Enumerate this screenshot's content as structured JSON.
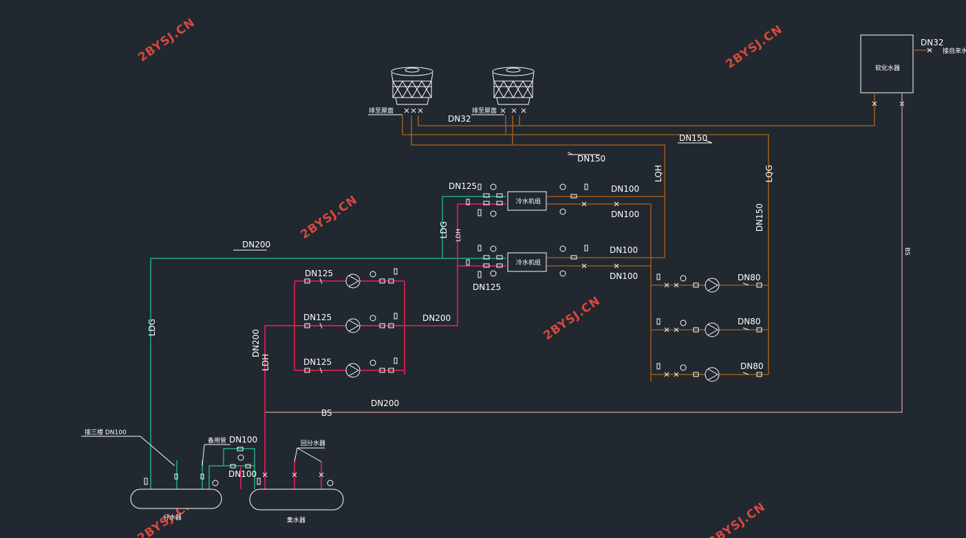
{
  "watermark": "2BYSJ.CN",
  "equipment": {
    "softener": "软化水器",
    "chiller_1": "冷水机组",
    "chiller_2": "冷水机组",
    "distributor": "分水器",
    "collector": "集水器",
    "tower_drain_1": "排至屋面",
    "tower_drain_2": "排至屋面"
  },
  "labels": {
    "softener_pipe": "DN32",
    "softener_inlet": "接自来水",
    "tower_makeup": "DN32",
    "tower_main_1": "DN150",
    "tower_main_2": "DN150",
    "chiller_top_in": "DN125",
    "chiller_1_out_a": "DN100",
    "chiller_1_out_b": "DN100",
    "chiller_2_out_a": "DN100",
    "chiller_2_out_b": "DN100",
    "chiller_bottom_in": "DN125",
    "lqh": "LQH",
    "lqg": "LQG",
    "lqg_size": "DN150",
    "bs_right": "BS",
    "ldg_top": "LDG",
    "ldh_top": "LDH",
    "ldg_main": "DN200",
    "ldg_left": "LDG",
    "pump_1": "DN125",
    "pump_2": "DN125",
    "pump_3": "DN125",
    "pump_out": "DN200",
    "ldh_vert_size": "DN200",
    "ldh_vert": "LDH",
    "cw_pump_1": "DN80",
    "cw_pump_2": "DN80",
    "cw_pump_3": "DN80",
    "bs_main_size": "DN200",
    "bs_main": "BS",
    "to_floor3": "接三楼  DN100",
    "spare_pipe": "备用管",
    "spare_size": "DN100",
    "bypass_size": "DN100",
    "return_tube": "回分水器"
  },
  "colors": {
    "background": "#212830",
    "cooling_water": "#9c5b1f",
    "chilled_return": "#d6204d",
    "chilled_supply": "#1f9a78",
    "makeup_water": "#d99a9a",
    "watermark": "#d9483b"
  }
}
